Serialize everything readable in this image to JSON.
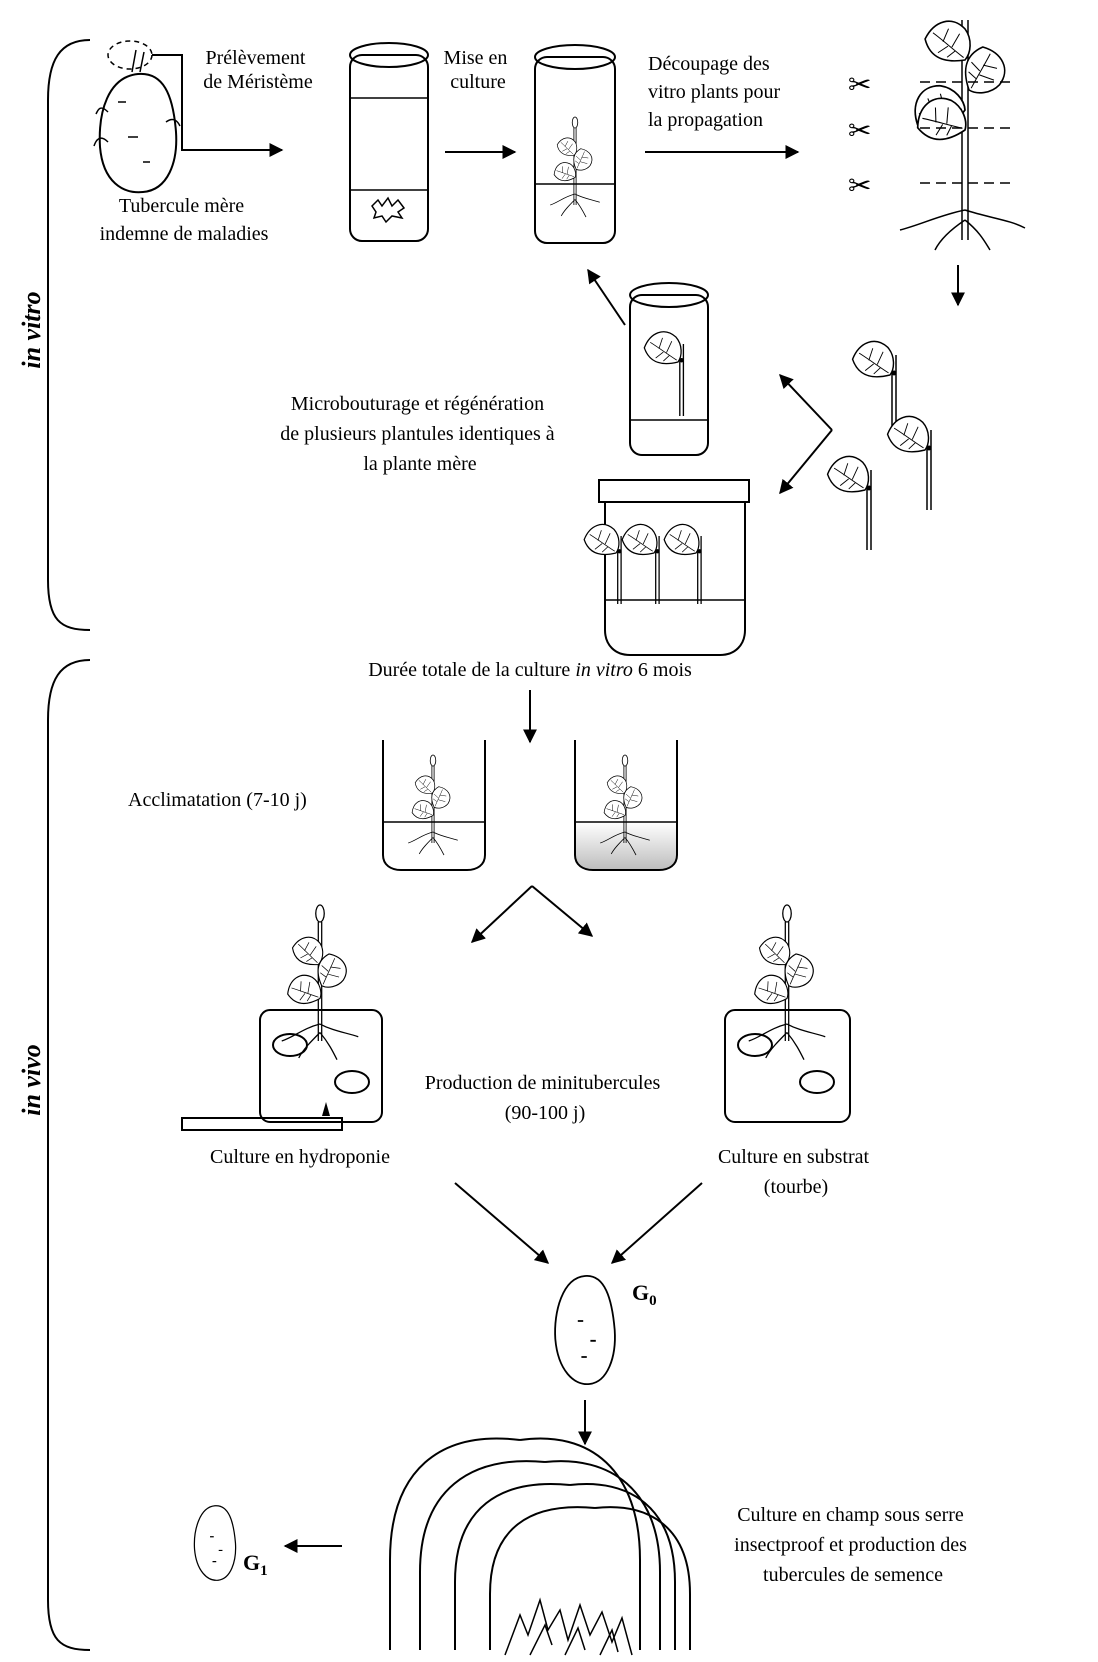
{
  "sections": {
    "in_vitro": "in vitro",
    "in_vivo": "in vivo"
  },
  "labels": {
    "prelevement_1": "Prélèvement",
    "prelevement_2": "de Méristème",
    "mise_1": "Mise en",
    "mise_2": "culture",
    "decoupage_1": "Découpage des",
    "decoupage_2": "vitro plants pour",
    "decoupage_3": "la propagation",
    "tubercule_1": "Tubercule mère",
    "tubercule_2": "indemne de maladies",
    "micro_1": "Microbouturage et régénération",
    "micro_2": "de plusieurs plantules identiques à",
    "micro_3": "la plante mère",
    "duree_pre": "Durée totale de la culture ",
    "duree_italic": "in vitro",
    "duree_post": " 6 mois",
    "acclimatation": "Acclimatation (7-10 j)",
    "production_1": "Production de minitubercules",
    "production_2": "(90-100 j)",
    "hydroponie": "Culture en hydroponie",
    "substrat_1": "Culture en substrat",
    "substrat_2": "(tourbe)",
    "g0_main": "G",
    "g0_sub": "0",
    "g1_main": "G",
    "g1_sub": "1",
    "champ_1": "Culture en champ sous serre",
    "champ_2": "insectproof et production des",
    "champ_3": "tubercules de semence"
  }
}
